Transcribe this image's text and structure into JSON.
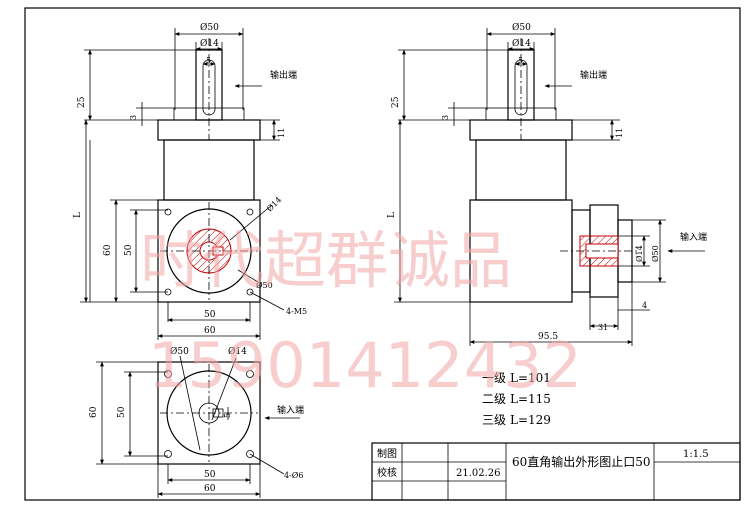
{
  "dims": {
    "d50": "Ø50",
    "d14": "Ø14",
    "w5": "5",
    "h25": "25",
    "h3": "3",
    "h11": "11",
    "L": "L",
    "s60": "60",
    "s50": "50",
    "holes_m5": "4-M5",
    "holes_d6": "4-Ø6",
    "l95": "95.5",
    "l31": "31",
    "l4": "4"
  },
  "labels": {
    "output_end": "输出端",
    "input_end": "输入端"
  },
  "levels": [
    {
      "name": "一级",
      "value": "L=101"
    },
    {
      "name": "二级",
      "value": "L=115"
    },
    {
      "name": "三级",
      "value": "L=129"
    }
  ],
  "title_block": {
    "drawn": "制图",
    "checked": "校核",
    "date": "21.02.26",
    "title": "60直角输出外形图止口50",
    "scale": "1:1.5"
  },
  "watermark": {
    "company": "时代超群诚品",
    "phone": "15901412432"
  }
}
